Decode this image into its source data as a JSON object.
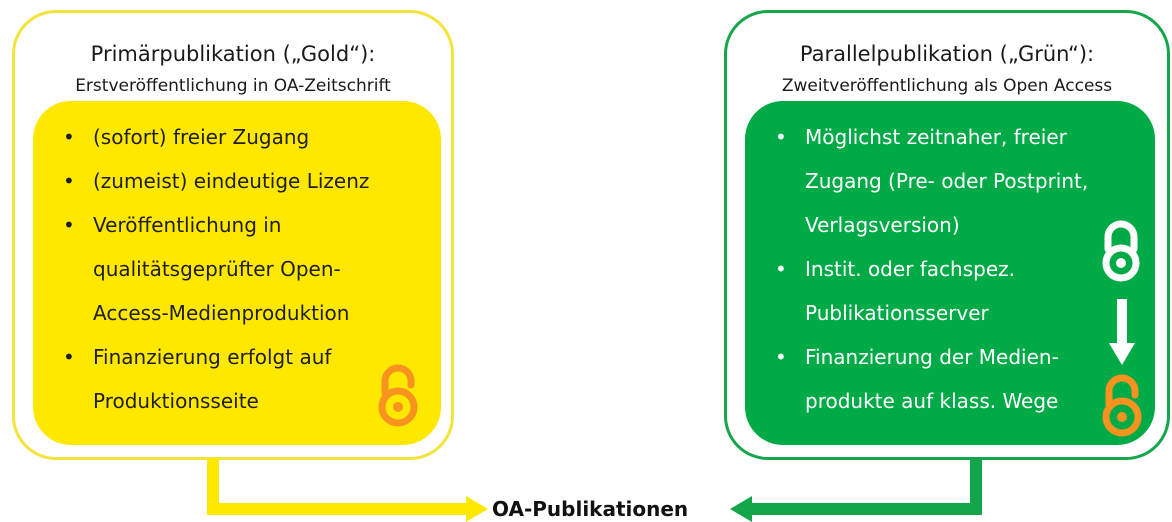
{
  "gold": {
    "title": "Primärpublikation („Gold“):",
    "subtitle": "Erstveröffentlichung in OA-Zeitschrift",
    "bullets": [
      "(sofort) freier Zugang",
      "(zumeist) eindeutige Lizenz",
      "Veröffentlichung in\nqualitätsgeprüfter Open-\nAccess-Medienproduktion",
      "Finanzierung erfolgt auf\nProduktionsseite"
    ],
    "lock_icon": "open-access-lock-icon",
    "color": "#ffe800",
    "border_color": "#f2e43a"
  },
  "green": {
    "title": "Parallelpublikation („Grün“):",
    "subtitle": "Zweitveröffentlichung als Open Access",
    "bullets": [
      "Möglichst zeitnaher, freier\nZugang (Pre- oder Postprint,\nVerlagsversion)",
      "Instit. oder fachspez.\nPublikationsserver",
      "Finanzierung der Medien-\nprodukte auf klass. Wege"
    ],
    "closed_lock_icon": "closed-lock-icon",
    "arrow_icon": "arrow-down-icon",
    "open_lock_icon": "open-access-lock-icon",
    "color": "#00ab47",
    "border_color": "#16a64b"
  },
  "result": {
    "label": "OA-Publikationen"
  },
  "accent": {
    "lock_orange": "#f7931e"
  }
}
